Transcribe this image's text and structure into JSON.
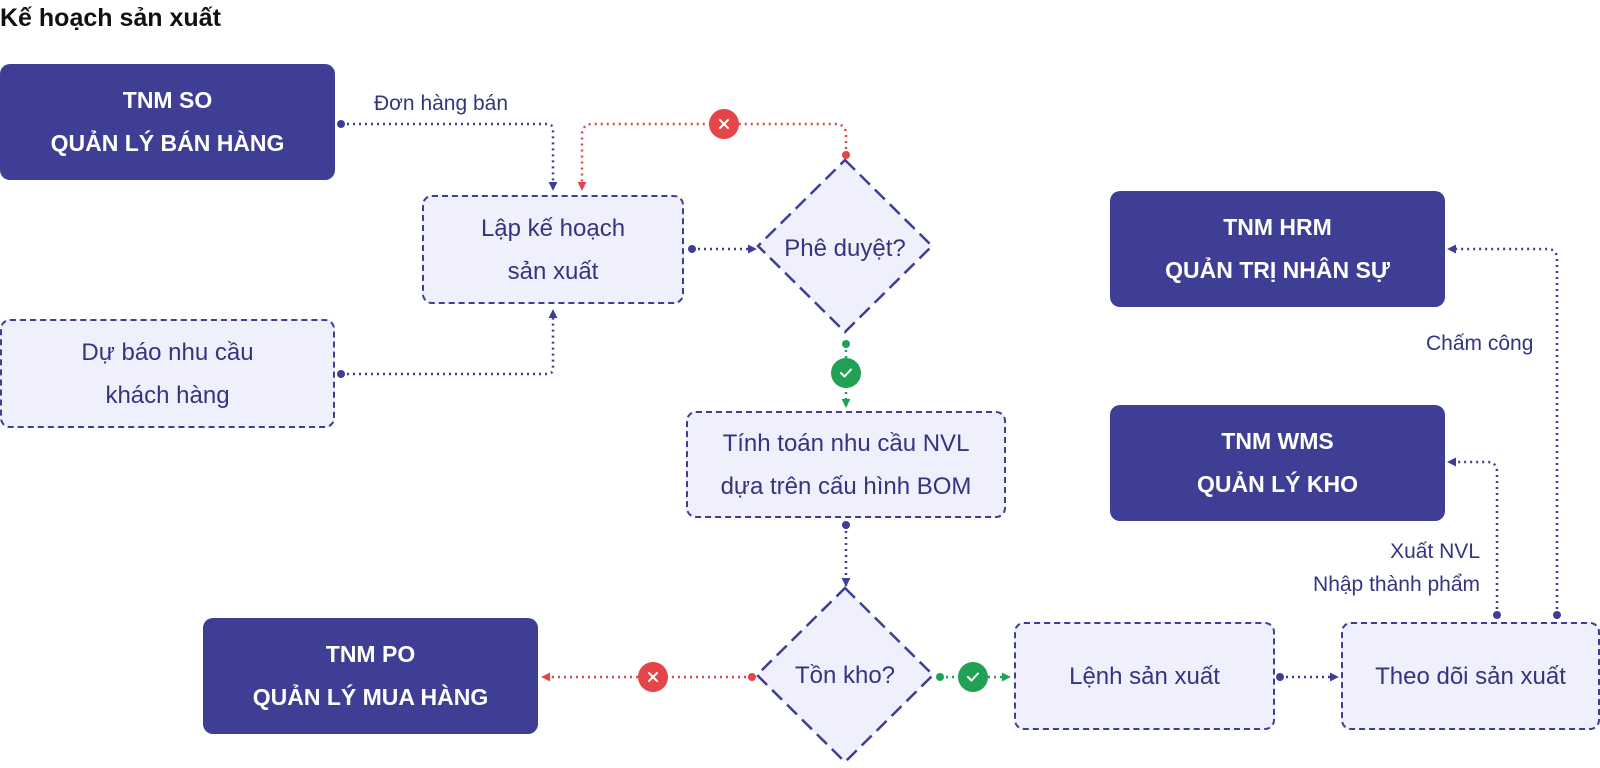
{
  "title": "Kế hoạch sản xuất",
  "colors": {
    "navy": "#3d3e94",
    "box_fill": "#f0effc",
    "text": "#343480",
    "reject": "#e54548",
    "approve": "#20a155"
  },
  "systems": {
    "so": {
      "line1": "TNM SO",
      "line2": "QUẢN LÝ BÁN HÀNG"
    },
    "hrm": {
      "line1": "TNM HRM",
      "line2": "QUẢN TRỊ NHÂN SỰ"
    },
    "wms": {
      "line1": "TNM WMS",
      "line2": "QUẢN LÝ KHO"
    },
    "po": {
      "line1": "TNM PO",
      "line2": "QUẢN LÝ MUA HÀNG"
    }
  },
  "steps": {
    "plan": {
      "line1": "Lập kế hoạch",
      "line2": "sản xuất"
    },
    "forecast": {
      "line1": "Dự báo nhu cầu",
      "line2": "khách hàng"
    },
    "bom": {
      "line1": "Tính toán nhu cầu NVL",
      "line2": "dựa trên cấu hình BOM"
    },
    "order": {
      "label": "Lệnh sản xuất"
    },
    "track": {
      "label": "Theo dõi sản xuất"
    }
  },
  "decisions": {
    "approve": "Phê duyệt?",
    "stock": "Tồn kho?"
  },
  "flow_labels": {
    "sales_order": "Đơn hàng bán",
    "timekeeping": "Chấm công",
    "export_material": "Xuất NVL",
    "import_product": "Nhập thành phẩm"
  },
  "icons": {
    "reject": "close-icon",
    "approve": "check-icon"
  }
}
